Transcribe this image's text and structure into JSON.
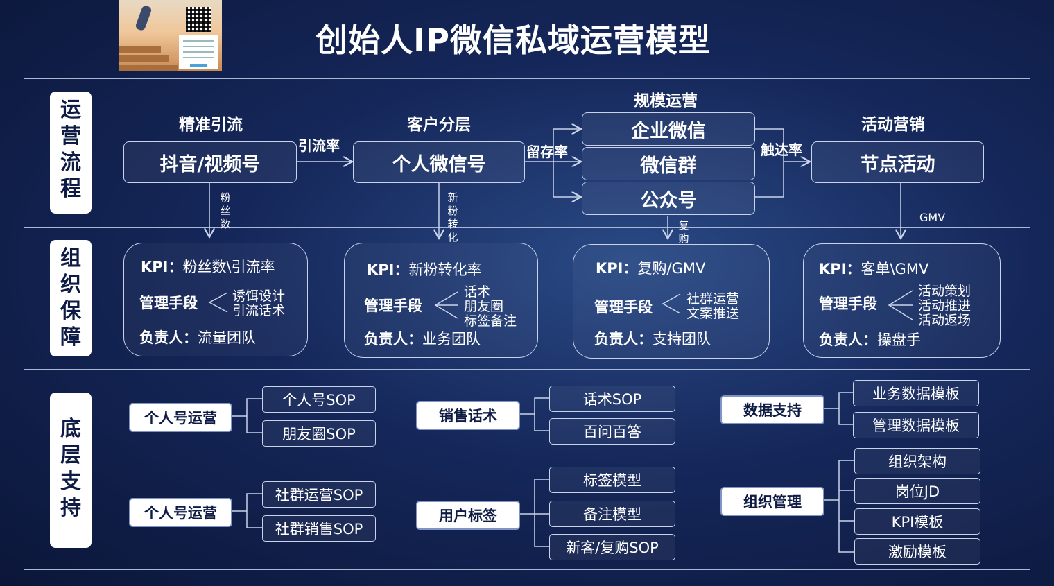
{
  "title": "创始人IP微信私域运营模型",
  "thumbnail": {
    "caption": ""
  },
  "sections": {
    "flow": {
      "label": [
        "运",
        "营",
        "流",
        "程"
      ]
    },
    "org": {
      "label": [
        "组",
        "织",
        "保",
        "障"
      ]
    },
    "base": {
      "label": [
        "底",
        "层",
        "支",
        "持"
      ]
    }
  },
  "flow": {
    "stage1": {
      "head": "精准引流",
      "box": "抖音/视频号",
      "down": [
        "粉",
        "丝",
        "数"
      ]
    },
    "arrow1": "引流率",
    "stage2": {
      "head": "客户分层",
      "box": "个人微信号",
      "down": [
        "新",
        "粉",
        "转",
        "化"
      ]
    },
    "arrow2": "留存率",
    "stage3": {
      "head": "规模运营",
      "boxes": [
        "企业微信",
        "微信群",
        "公众号"
      ],
      "down": [
        "复",
        "购"
      ]
    },
    "arrow3": "触达率",
    "stage4": {
      "head": "活动营销",
      "box": "节点活动",
      "down": "GMV"
    }
  },
  "kpi_cards": [
    {
      "kpi_label": "KPI：",
      "kpi_value": "粉丝数\\引流率",
      "means_label": "管理手段",
      "means": [
        "诱饵设计",
        "引流话术"
      ],
      "owner_label": "负责人：",
      "owner": "流量团队"
    },
    {
      "kpi_label": "KPI：",
      "kpi_value": "新粉转化率",
      "means_label": "管理手段",
      "means": [
        "话术",
        "朋友圈",
        "标签备注"
      ],
      "owner_label": "负责人：",
      "owner": "业务团队"
    },
    {
      "kpi_label": "KPI：",
      "kpi_value": "复购/GMV",
      "means_label": "管理手段",
      "means": [
        "社群运营",
        "文案推送"
      ],
      "owner_label": "负责人：",
      "owner": "支持团队"
    },
    {
      "kpi_label": "KPI：",
      "kpi_value": "客单\\GMV",
      "means_label": "管理手段",
      "means": [
        "活动策划",
        "活动推进",
        "活动返场"
      ],
      "owner_label": "负责人：",
      "owner": "操盘手"
    }
  ],
  "support": {
    "g1": {
      "cat": "个人号运营",
      "items": [
        "个人号SOP",
        "朋友圈SOP"
      ]
    },
    "g2": {
      "cat": "个人号运营",
      "items": [
        "社群运营SOP",
        "社群销售SOP"
      ]
    },
    "g3": {
      "cat": "销售话术",
      "items": [
        "话术SOP",
        "百问百答"
      ]
    },
    "g4": {
      "cat": "用户标签",
      "items": [
        "标签模型",
        "备注模型",
        "新客/复购SOP"
      ]
    },
    "g5": {
      "cat": "数据支持",
      "items": [
        "业务数据模板",
        "管理数据模板"
      ]
    },
    "g6": {
      "cat": "组织管理",
      "items": [
        "组织架构",
        "岗位JD",
        "KPI模板",
        "激励模板"
      ]
    }
  },
  "colors": {
    "bg": "#15275a",
    "line": "#c9d3ea",
    "tag_text": "#0e1b44"
  }
}
